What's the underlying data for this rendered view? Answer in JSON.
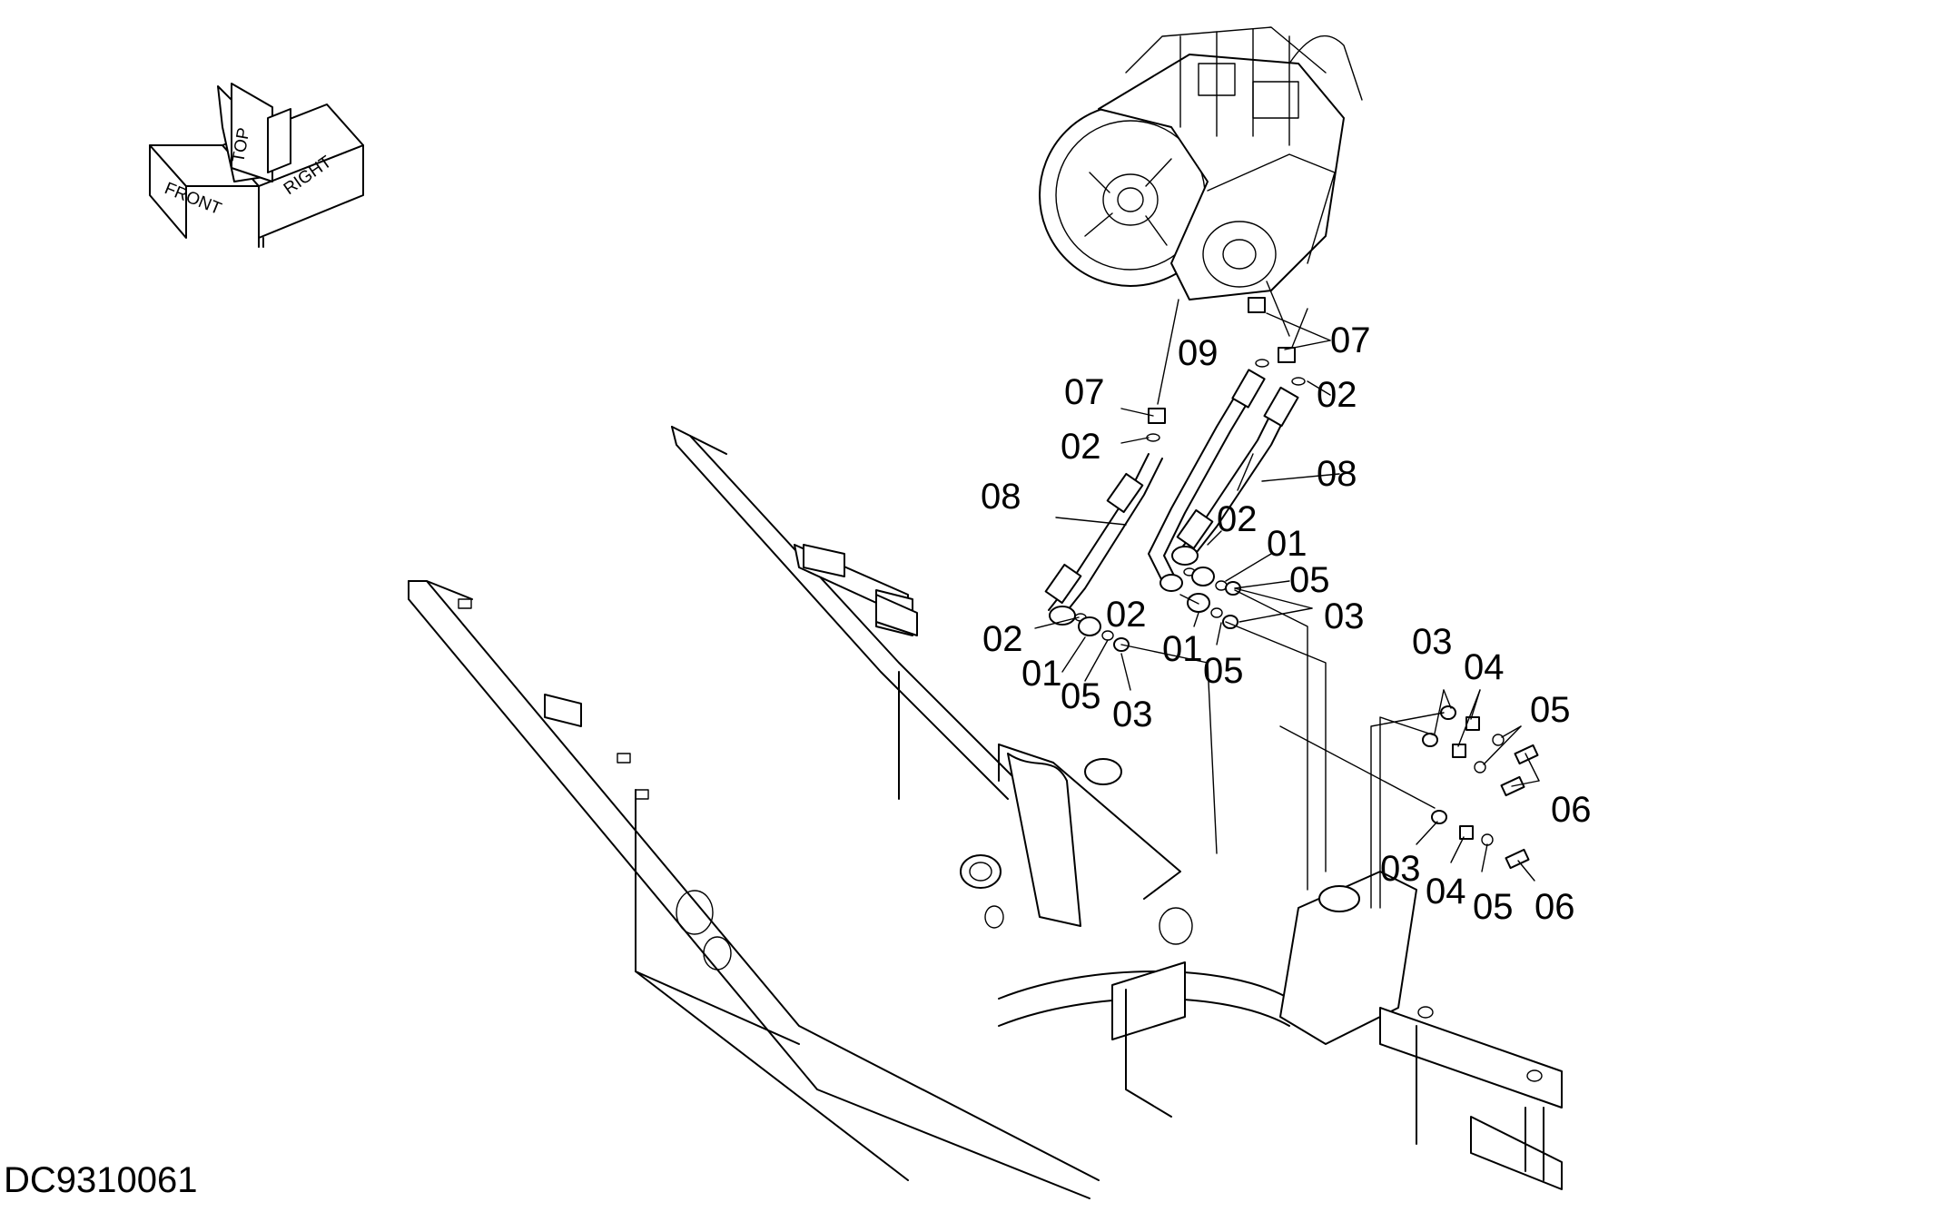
{
  "drawing_id": "DC9310061",
  "orientation": {
    "front": "FRONT",
    "top": "TOP",
    "right": "RIGHT"
  },
  "callouts": {
    "c07_top": "07",
    "c09": "09",
    "c07_left": "07",
    "c02_right_top": "02",
    "c02_left_top": "02",
    "c08_right": "08",
    "c08_left": "08",
    "c02_mid_right": "02",
    "c01_mid_right": "01",
    "c05_mid_right": "05",
    "c03_mid_right": "03",
    "c02_mid": "02",
    "c02_low_left": "02",
    "c01_low_left": "01",
    "c05_low_left": "05",
    "c03_low_left": "03",
    "c01_low_mid": "01",
    "c05_low_mid": "05",
    "c03_right_top": "03",
    "c04_right_top": "04",
    "c05_right_top": "05",
    "c06_right_top": "06",
    "c03_right_bot": "03",
    "c04_right_bot": "04",
    "c05_right_bot": "05",
    "c06_right_bot": "06"
  }
}
